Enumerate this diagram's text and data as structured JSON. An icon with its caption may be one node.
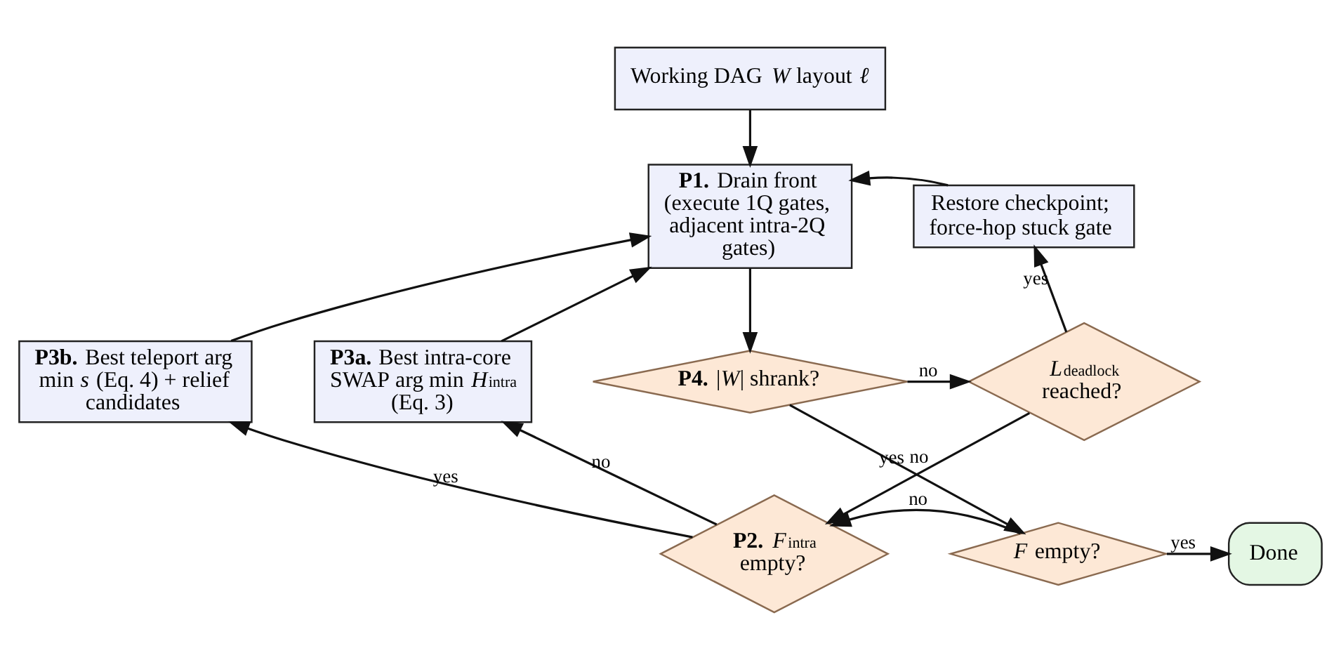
{
  "diagram": {
    "nodes": [
      {
        "text": [
          "Working DAG *W* layout *ℓ*"
        ]
      },
      {
        "text": [
          "**P1.** Drain front (execute 1Q gates, adjacent intra-2Q gates)"
        ]
      },
      {
        "text": [
          "Restore checkpoint; force-hop stuck gate"
        ]
      },
      {
        "text": [
          "**P3b.** Best teleport arg min *s* (Eq. 4) + relief candidates"
        ]
      },
      {
        "text": [
          "**P3a.** Best intra-core SWAP arg min *H*$_{intra}$ (Eq. 3)"
        ]
      },
      {
        "text": [
          "**P4.** |*W*| shrank?"
        ]
      },
      {
        "text": [
          "*L*$_{deadlock}$ reached?"
        ]
      },
      {
        "text": [
          "*F* empty?"
        ]
      },
      {
        "text": [
          "Done"
        ]
      },
      {
        "text": [
          "**P2.** *F*$_{intra}$ empty?"
        ]
      }
    ],
    "edges": [
      {
        "from": 0,
        "to": 1,
        "arrow": "to"
      },
      {
        "from": 1,
        "to": 5,
        "arrow": "to"
      },
      {
        "from": 5,
        "to": 6,
        "arrow": "to",
        "label": "no"
      },
      {
        "from": 6,
        "to": 2,
        "arrow": "to",
        "label": "yes"
      },
      {
        "from": 2,
        "to": 1,
        "arrow": "to"
      },
      {
        "from": 5,
        "to": 7,
        "arrow": "to",
        "label": "yes"
      },
      {
        "from": 7,
        "to": 8,
        "arrow": "to",
        "label": "yes"
      },
      {
        "from": 7,
        "to": 9,
        "arrow": "to",
        "label": "no"
      },
      {
        "from": 6,
        "to": 9,
        "arrow": "to",
        "label": "no"
      },
      {
        "from": 9,
        "to": 4,
        "arrow": "to",
        "label": "no"
      },
      {
        "from": 9,
        "to": 3,
        "arrow": "to",
        "label": "yes"
      },
      {
        "from": 4,
        "to": 1,
        "arrow": "to"
      },
      {
        "from": 3,
        "to": 1,
        "arrow": "to"
      }
    ]
  }
}
